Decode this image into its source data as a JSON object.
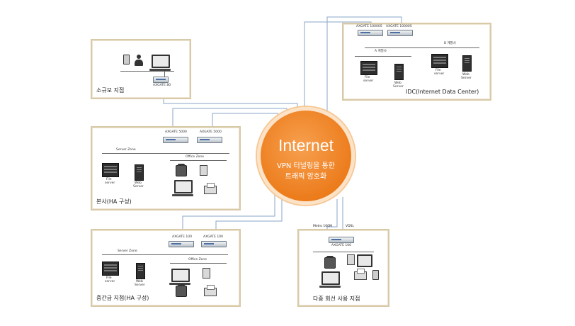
{
  "internet": {
    "title": "Internet",
    "subtitle_line1": "VPN 터널링을 통한",
    "subtitle_line2": "트래픽 암호화"
  },
  "colors": {
    "internet_orange": "#ec7c1c",
    "wire_blue": "#8aa4c8",
    "site_border": "#d8c9a8"
  },
  "sites": {
    "small": {
      "label": "소규모 지점",
      "appliance": "AXGATE 80",
      "icons": [
        "mobile-icon",
        "user-icon",
        "laptop-icon"
      ]
    },
    "hq": {
      "label": "본사(HA 구성)",
      "appliances": [
        "AXGATE 5000",
        "AXGATE 5000"
      ],
      "server_zone": "Server Zone",
      "office_zone": "Office Zone",
      "file_server": [
        "File",
        "server"
      ],
      "web_server": [
        "Web",
        "Server"
      ]
    },
    "mid": {
      "label": "중간급 지점(HA 구성)",
      "appliances": [
        "AXGATE 100",
        "AXGATE 100"
      ],
      "server_zone": "Server Zone",
      "office_zone": "Office Zone",
      "file_server": [
        "File",
        "server"
      ],
      "web_server": [
        "Web",
        "Server"
      ]
    },
    "multi": {
      "label": "다중 회선 사용 지점",
      "line1": "Metro 100M",
      "line2": "VDSL",
      "appliance": "AXGATE 100"
    },
    "idc": {
      "label": "IDC(Internet  Data Center)",
      "appliances": [
        "AXGATE 10000S",
        "AXGATE 10000S"
      ],
      "zone_a": "A 계열사",
      "zone_b": "B 계열사",
      "file_server": [
        "File",
        "server"
      ],
      "web_server": [
        "Web",
        "Server"
      ]
    }
  }
}
